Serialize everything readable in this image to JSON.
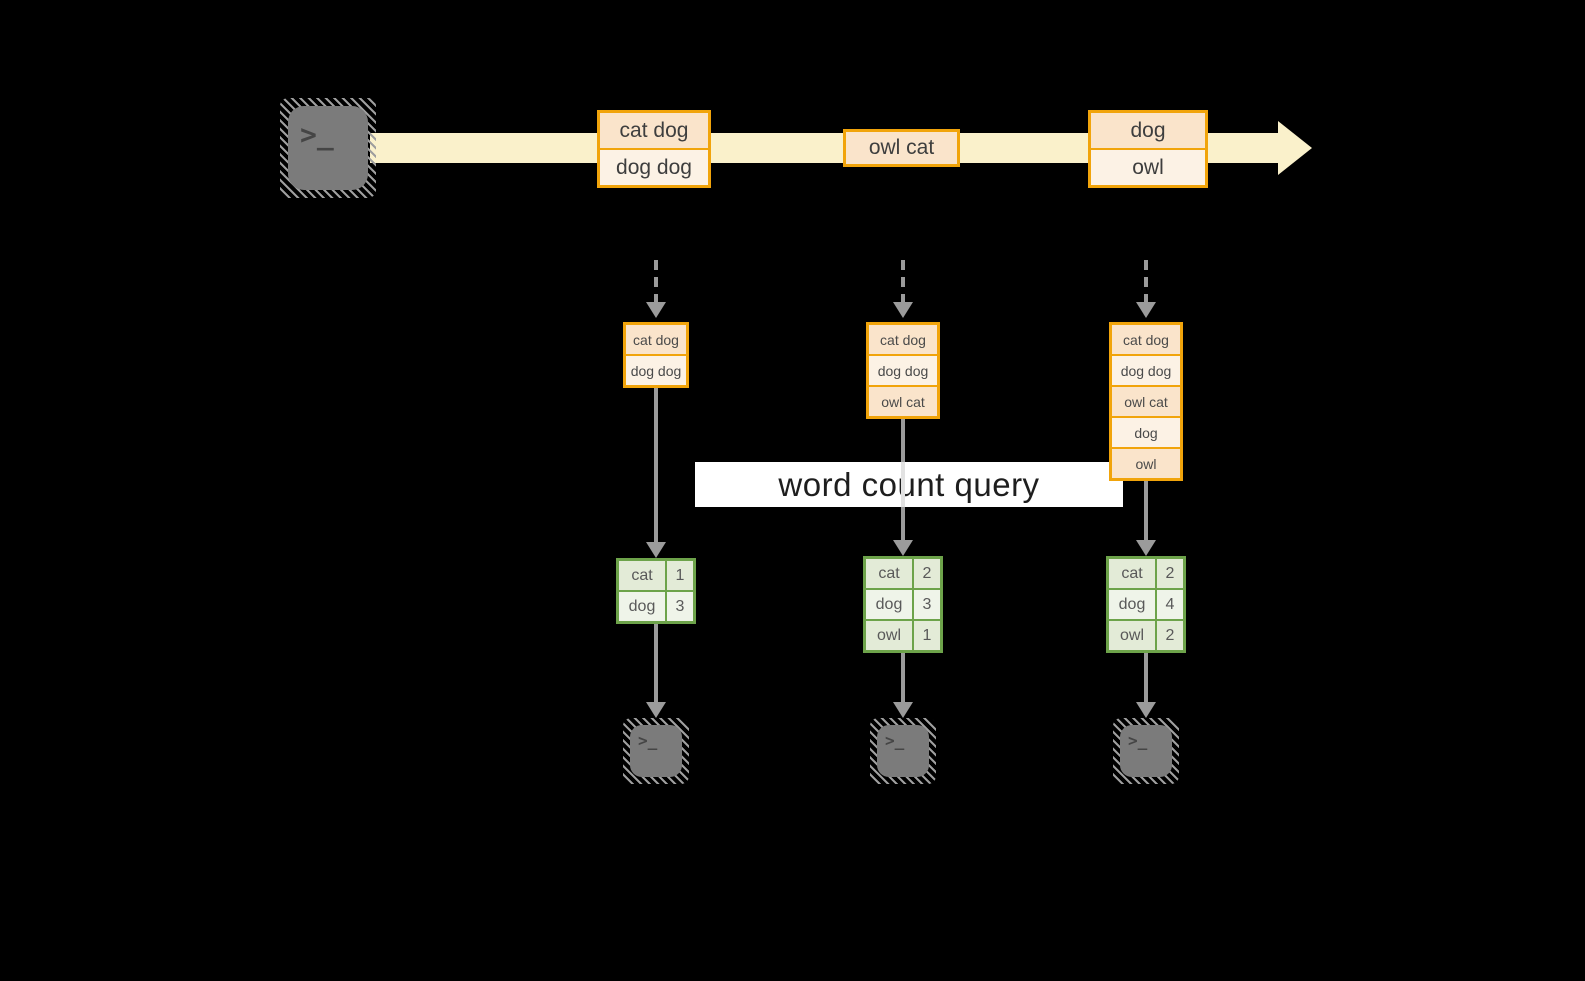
{
  "banner": {
    "label": "word count query"
  },
  "stream": {
    "batches": [
      {
        "lines": [
          "cat dog",
          "dog dog"
        ]
      },
      {
        "lines": [
          "owl cat"
        ]
      },
      {
        "lines": [
          "dog",
          "owl"
        ]
      }
    ]
  },
  "micro_batches": [
    {
      "rows": [
        "cat dog",
        "dog dog"
      ]
    },
    {
      "rows": [
        "cat dog",
        "dog dog",
        "owl cat"
      ]
    },
    {
      "rows": [
        "cat dog",
        "dog dog",
        "owl cat",
        "dog",
        "owl"
      ]
    }
  ],
  "count_tables": [
    {
      "rows": [
        {
          "word": "cat",
          "count": "1"
        },
        {
          "word": "dog",
          "count": "3"
        }
      ]
    },
    {
      "rows": [
        {
          "word": "cat",
          "count": "2"
        },
        {
          "word": "dog",
          "count": "3"
        },
        {
          "word": "owl",
          "count": "1"
        }
      ]
    },
    {
      "rows": [
        {
          "word": "cat",
          "count": "2"
        },
        {
          "word": "dog",
          "count": "4"
        },
        {
          "word": "owl",
          "count": "2"
        }
      ]
    }
  ],
  "icons": {
    "source": "terminal-icon",
    "sinks": [
      "terminal-icon",
      "terminal-icon",
      "terminal-icon"
    ],
    "glyph": ">_"
  },
  "colors": {
    "amber_border": "#F1A40B",
    "peach_fill": "#FAE4CB",
    "cream_fill": "#FCF2E5",
    "stream_fill": "#FAF1CB",
    "green_border": "#6DA34A",
    "green_fill_dark": "#E3EBD7",
    "green_fill_light": "#EEF3E7",
    "arrow_gray": "#9B9B9B",
    "terminal_gray": "#7B7B7B",
    "banner_bg": "#FFFFFF"
  }
}
